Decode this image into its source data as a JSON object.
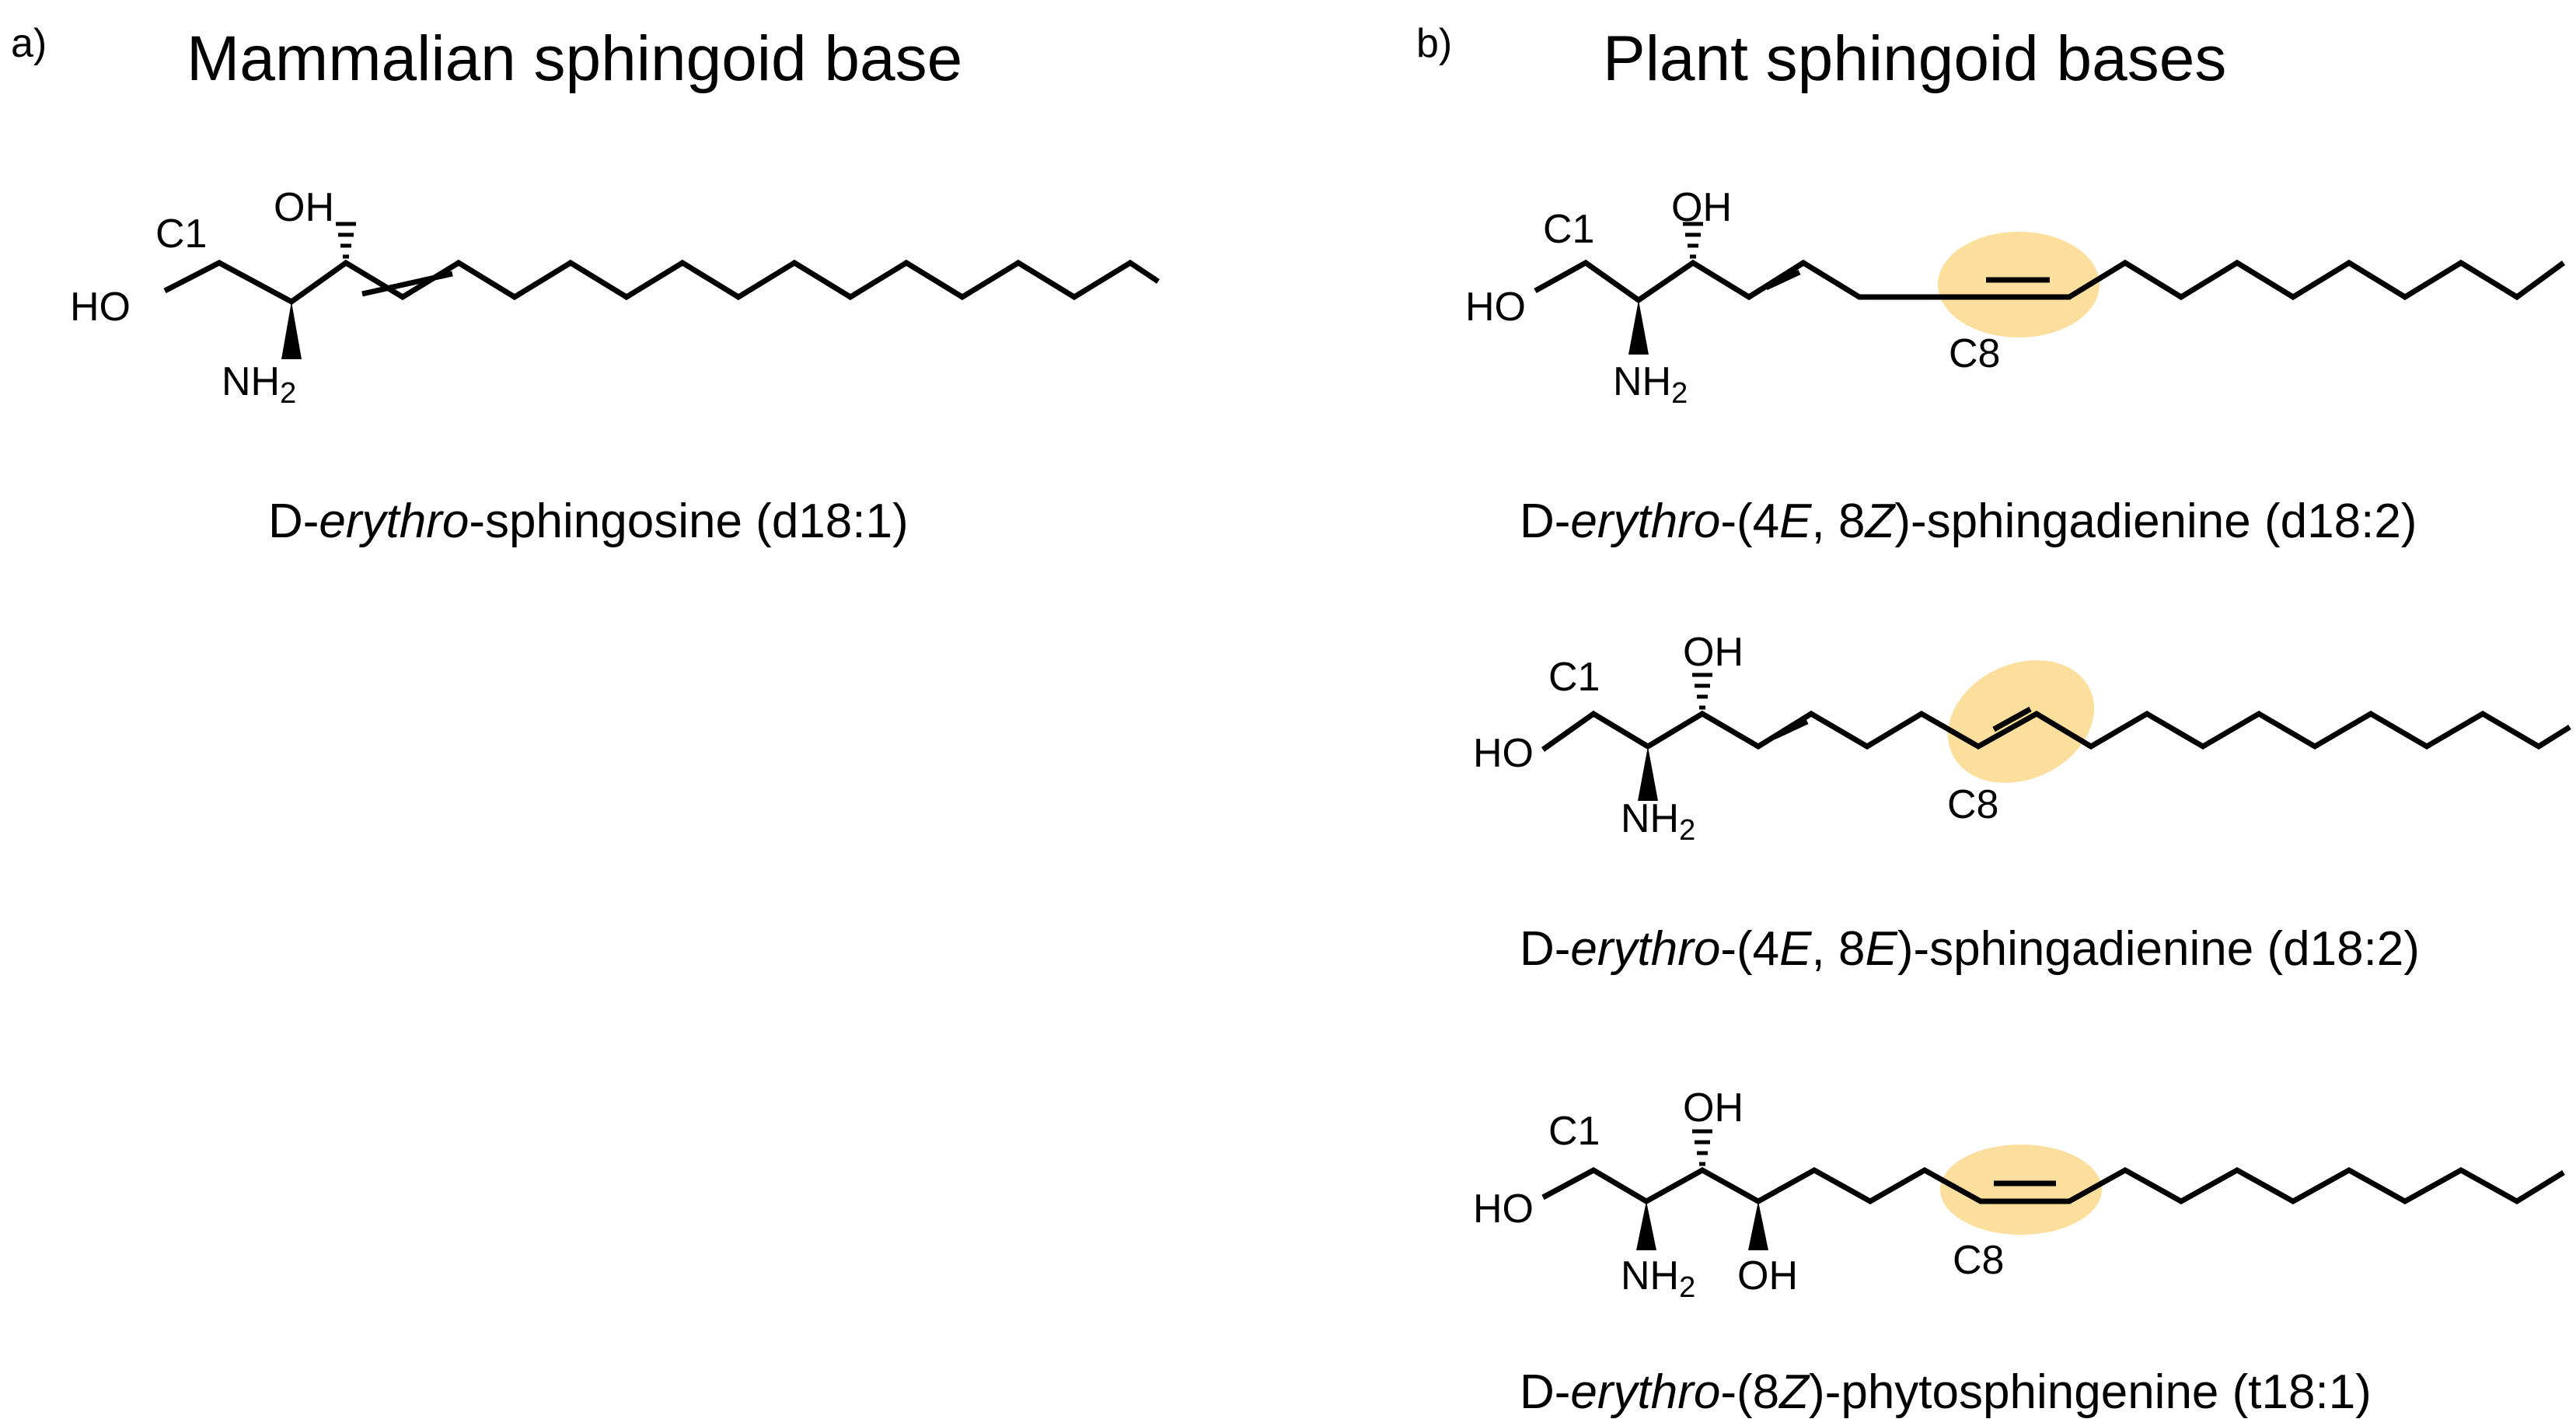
{
  "panel_a": {
    "letter": "a)",
    "title": "Mammalian sphingoid base",
    "structure": {
      "labels": {
        "ho": "HO",
        "c1": "C1",
        "oh": "OH",
        "nh2": "NH",
        "nh2_sub": "2"
      },
      "caption": {
        "prefix": "D-",
        "italic": "erythro",
        "suffix": "-sphingosine (d18:1)"
      }
    }
  },
  "panel_b": {
    "letter": "b)",
    "title": "Plant sphingoid bases",
    "structures": [
      {
        "labels": {
          "ho": "HO",
          "c1": "C1",
          "oh": "OH",
          "nh2": "NH",
          "nh2_sub": "2",
          "c8": "C8"
        },
        "caption": {
          "p1": "D-",
          "i1": "erythro",
          "p2": "-(4",
          "i2": "E",
          "p3": ", 8",
          "i3": "Z",
          "p4": ")-sphingadienine (d18:2)"
        }
      },
      {
        "labels": {
          "ho": "HO",
          "c1": "C1",
          "oh": "OH",
          "nh2": "NH",
          "nh2_sub": "2",
          "c8": "C8"
        },
        "caption": {
          "p1": "D-",
          "i1": "erythro",
          "p2": "-(4",
          "i2": "E",
          "p3": ", 8",
          "i3": "E",
          "p4": ")-sphingadienine (d18:2)"
        }
      },
      {
        "labels": {
          "ho": "HO",
          "c1": "C1",
          "oh": "OH",
          "oh2": "OH",
          "nh2": "NH",
          "nh2_sub": "2",
          "c8": "C8"
        },
        "caption": {
          "p1": "D-",
          "i1": "erythro",
          "p2": "-(8",
          "i2": "Z",
          "p3": ")-phytosphingenine (t18:1)"
        }
      }
    ]
  },
  "colors": {
    "highlight": "#FBD98B",
    "ink": "#000000"
  }
}
